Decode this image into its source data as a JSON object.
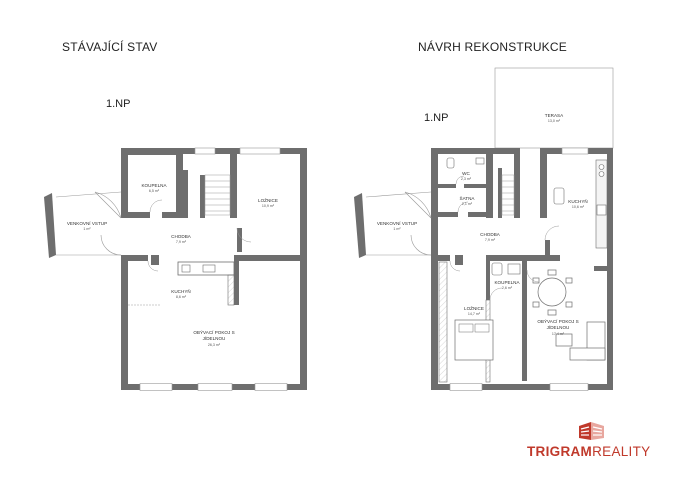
{
  "headings": {
    "left": "STÁVAJÍCÍ STAV",
    "right": "NÁVRH REKONSTRUKCE"
  },
  "floor": {
    "left": "1.NP",
    "right": "1.NP"
  },
  "left_plan": {
    "rooms": [
      {
        "key": "koupelna",
        "label": "KOUPELNA",
        "area": "6,5 m²"
      },
      {
        "key": "loznice",
        "label": "LOŽNICE",
        "area": "10,9 m²"
      },
      {
        "key": "chodba",
        "label": "CHODBA",
        "area": "7,9 m²"
      },
      {
        "key": "vstup",
        "label": "VENKOVNÍ VSTUP",
        "area": "1 m²"
      },
      {
        "key": "kuchyn",
        "label": "KUCHYŇ",
        "area": "8,6 m²"
      },
      {
        "key": "obyvak1",
        "label": "OBÝVACÍ POKOJ S",
        "area": ""
      },
      {
        "key": "obyvak2",
        "label": "JÍDELNOU",
        "area": "26,3 m²"
      }
    ]
  },
  "right_plan": {
    "rooms": [
      {
        "key": "terasa",
        "label": "TERASA",
        "area": "13,0 m²"
      },
      {
        "key": "wc",
        "label": "WC",
        "area": "2,3 m²"
      },
      {
        "key": "satna",
        "label": "ŠATNA",
        "area": "2,1 m²"
      },
      {
        "key": "kuchyn",
        "label": "KUCHYŇ",
        "area": "10,6 m²"
      },
      {
        "key": "vstup",
        "label": "VENKOVNÍ VSTUP",
        "area": "1 m²"
      },
      {
        "key": "chodba",
        "label": "CHODBA",
        "area": "7,9 m²"
      },
      {
        "key": "koupelna",
        "label": "KOUPELNA",
        "area": "2,6 m²"
      },
      {
        "key": "loznice",
        "label": "LOŽNICE",
        "area": "14,7 m²"
      },
      {
        "key": "obyvak1",
        "label": "OBÝVACÍ POKOJ S",
        "area": ""
      },
      {
        "key": "obyvak2",
        "label": "JÍDELNOU",
        "area": "17,4 m²"
      }
    ]
  },
  "brand": {
    "bold": "TRIGRAM",
    "light": "REALITY",
    "color": "#c0392b",
    "icon": "trigram-logo-icon"
  },
  "colors": {
    "wall": "#6e6e6e",
    "line": "#9a9a9a"
  }
}
